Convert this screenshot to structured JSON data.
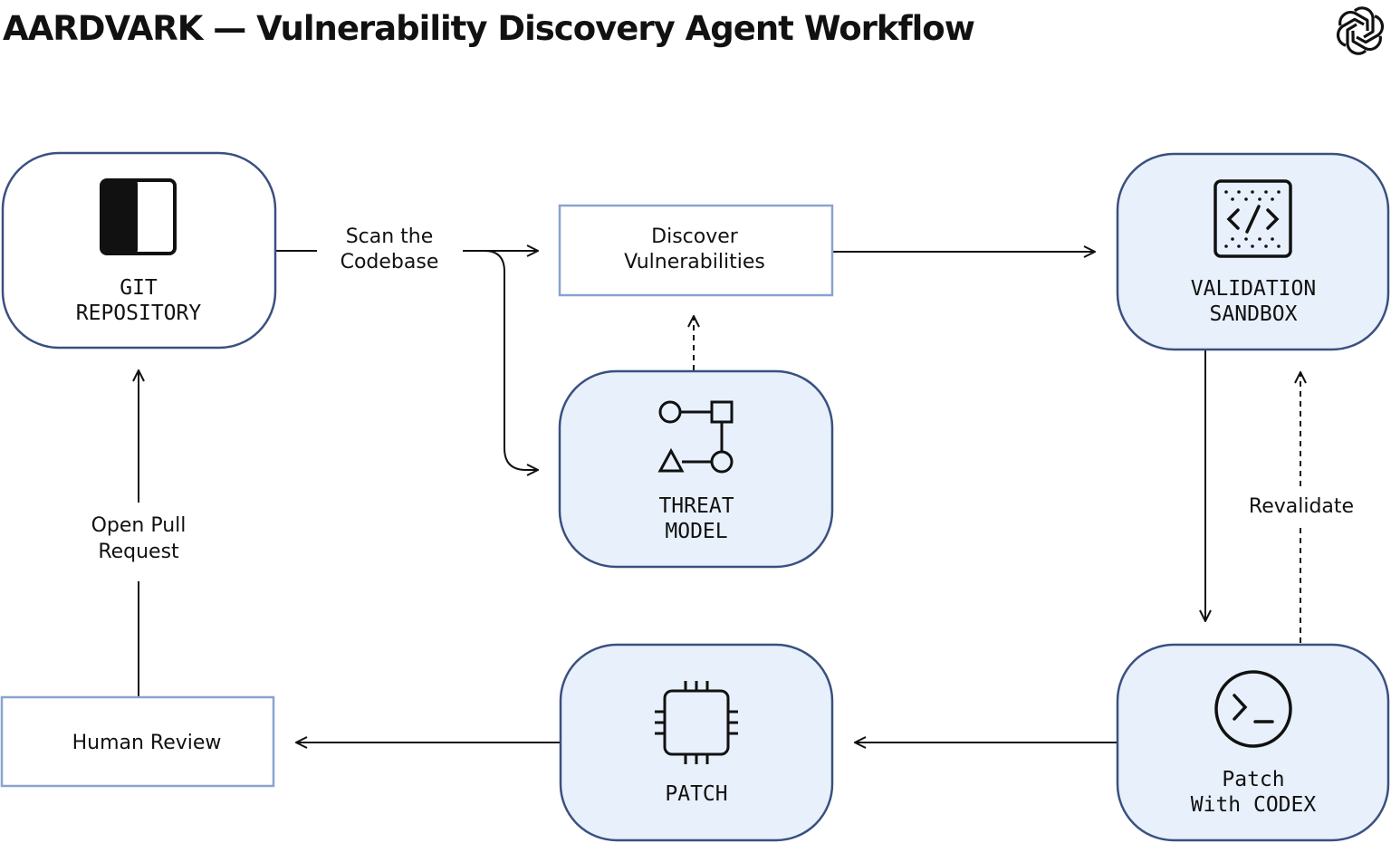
{
  "title": "AARDVARK — Vulnerability Discovery Agent Workflow",
  "logo_icon": "openai-knot-logo",
  "nodes": {
    "git_repository": {
      "line1": "GIT",
      "line2": "REPOSITORY",
      "icon": "repository-icon"
    },
    "discover": {
      "line1": "Discover",
      "line2": "Vulnerabilities"
    },
    "validation_sandbox": {
      "line1": "VALIDATION",
      "line2": "SANDBOX",
      "icon": "code-sandbox-icon"
    },
    "threat_model": {
      "line1": "THREAT",
      "line2": "MODEL",
      "icon": "threat-graph-icon"
    },
    "patch": {
      "line1": "PATCH",
      "icon": "chip-icon"
    },
    "patch_with_codex": {
      "line1": "Patch",
      "line2": "With CODEX",
      "icon": "terminal-icon"
    },
    "human_review": {
      "line1": "Human Review"
    }
  },
  "edges": {
    "scan_codebase": {
      "line1": "Scan the",
      "line2": "Codebase"
    },
    "open_pull_request": {
      "line1": "Open Pull",
      "line2": "Request"
    },
    "revalidate": {
      "line1": "Revalidate"
    }
  },
  "colors": {
    "node_fill": "#e8f0fb",
    "node_stroke": "#3a5080",
    "rect_stroke": "#8aa3cf",
    "line": "#111111"
  }
}
